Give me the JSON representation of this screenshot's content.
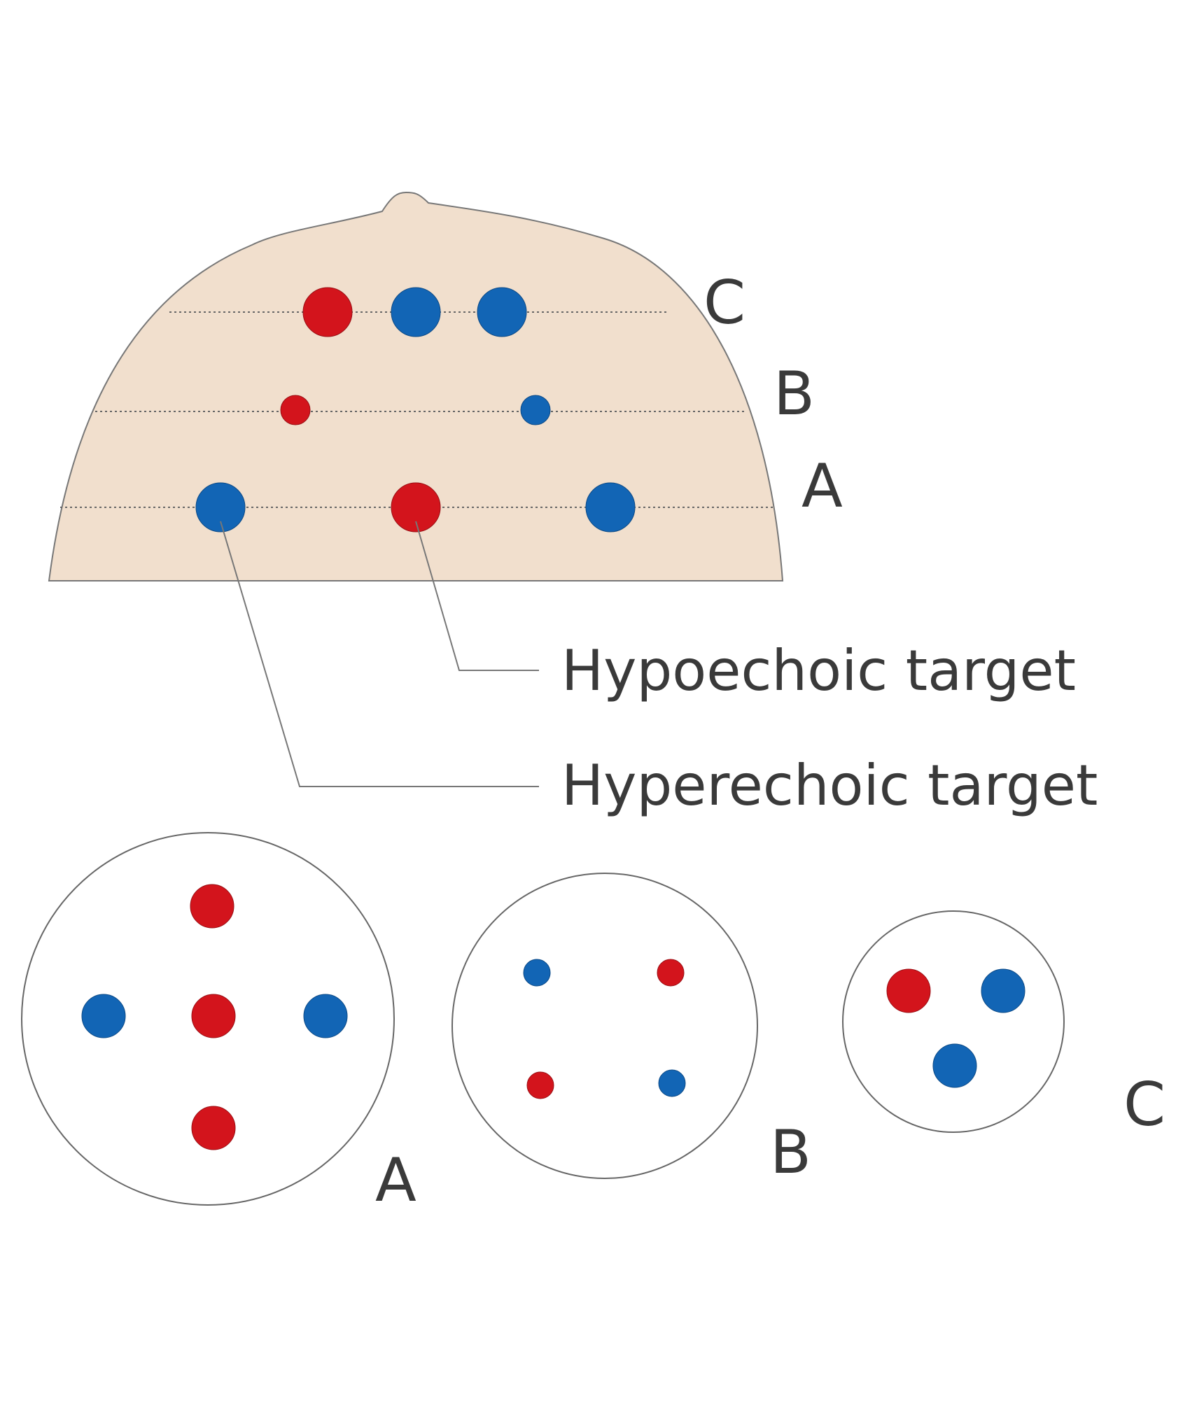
{
  "colors": {
    "hypoechoic": "#d3141c",
    "hyperechoic": "#1265b5",
    "phantom_fill": "#f1dfcd",
    "outline": "#666666",
    "text": "#3a3a3a"
  },
  "phantom": {
    "level_labels": [
      "C",
      "B",
      "A"
    ]
  },
  "legend": {
    "hypoechoic_label": "Hypoechoic target",
    "hyperechoic_label": "Hyperechoic target"
  },
  "cross_sections": {
    "labels": [
      "A",
      "B",
      "C"
    ]
  }
}
